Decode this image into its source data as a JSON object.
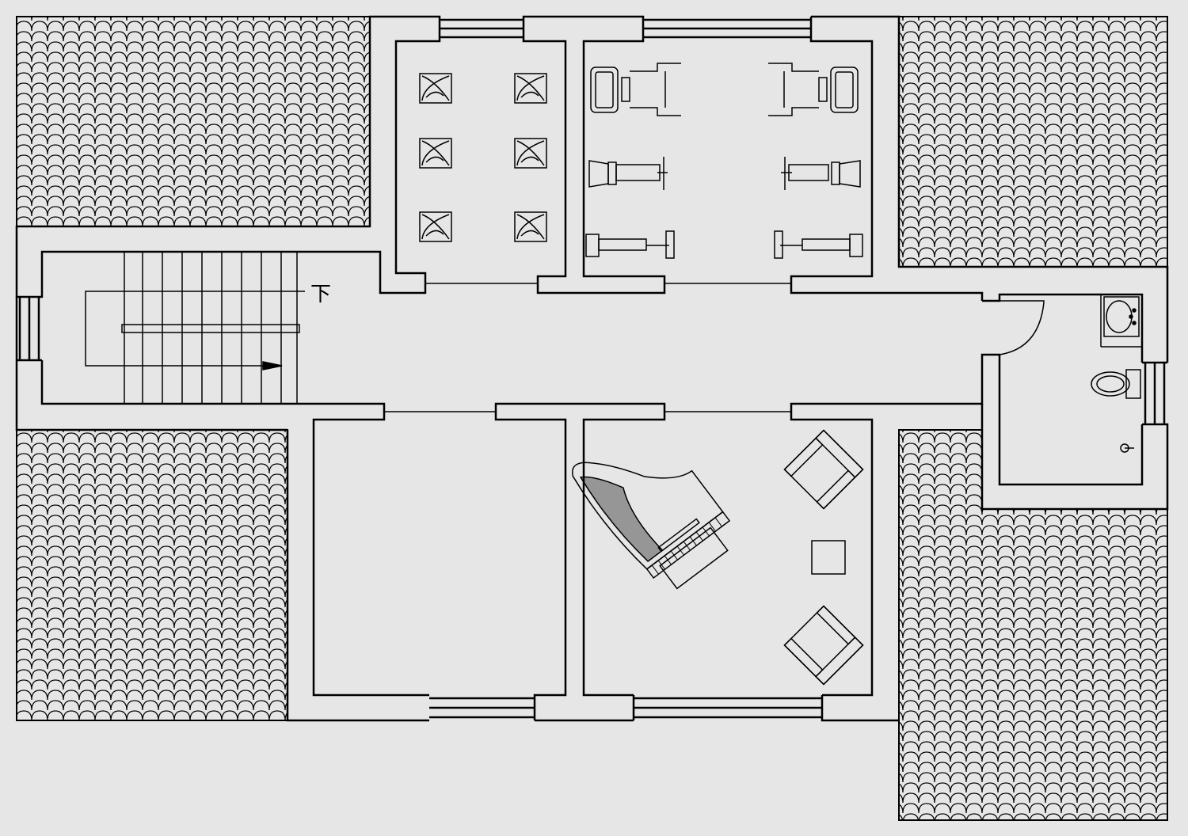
{
  "plan": {
    "stair_direction_label": "下"
  },
  "rooms": [
    {
      "id": "stairwell",
      "furniture": "staircase"
    },
    {
      "id": "sitting-room",
      "furniture": "floor-cushions"
    },
    {
      "id": "gym",
      "furniture": "exercise-machines"
    },
    {
      "id": "bathroom",
      "furniture": "toilet-and-basin"
    },
    {
      "id": "empty-room",
      "furniture": "none"
    },
    {
      "id": "music-room",
      "furniture": "grand-piano-and-armchairs"
    },
    {
      "id": "corridor",
      "furniture": "none"
    }
  ],
  "colors": {
    "background": "#e6e6e6",
    "line": "#000000",
    "fill": "#e6e6e6"
  }
}
